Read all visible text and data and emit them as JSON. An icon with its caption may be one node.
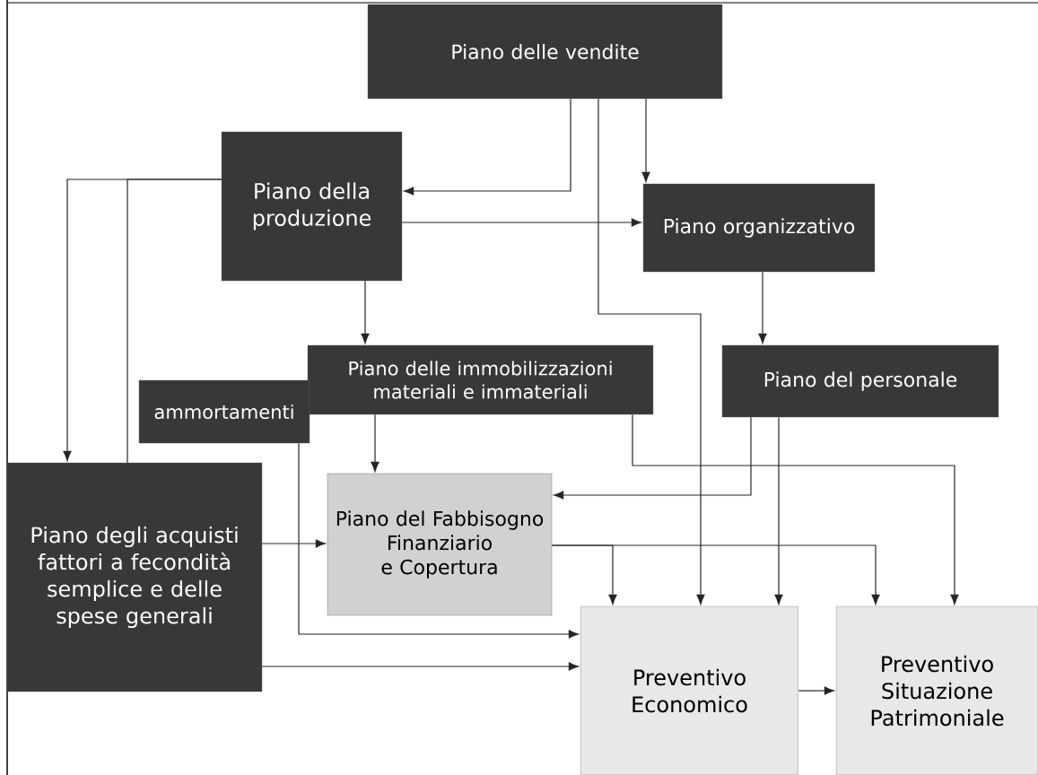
{
  "diagram": {
    "nodes": [
      {
        "text": [
          "Piano delle vendite"
        ]
      },
      {
        "text": [
          "Piano della produzione"
        ]
      },
      {
        "text": [
          "Piano organizzativo"
        ]
      },
      {
        "text": [
          "Piano delle immobilizzazioni materiali e immateriali"
        ]
      },
      {
        "text": [
          "ammortamenti"
        ]
      },
      {
        "text": [
          "Piano del personale"
        ]
      },
      {
        "text": [
          "Piano degli acquisti fattori a fecondità semplice e delle spese generali"
        ]
      },
      {
        "text": [
          "Piano del Fabbisogno Finanziario e Copertura"
        ]
      },
      {
        "text": [
          "Preventivo Economico"
        ]
      },
      {
        "text": [
          "Preventivo Situazione Patrimoniale"
        ]
      }
    ],
    "edges": [
      {
        "from": 0,
        "to": 1,
        "arrow": "to"
      },
      {
        "from": 0,
        "to": 2,
        "arrow": "to"
      },
      {
        "from": 0,
        "to": 8,
        "arrow": "to"
      },
      {
        "from": 1,
        "to": 2,
        "arrow": "to"
      },
      {
        "from": 1,
        "to": 3,
        "arrow": "to"
      },
      {
        "from": 1,
        "to": 6,
        "arrow": "to"
      },
      {
        "from": 1,
        "to": 6,
        "arrow": "none"
      },
      {
        "from": 2,
        "to": 5,
        "arrow": "to"
      },
      {
        "from": 3,
        "to": 7,
        "arrow": "to"
      },
      {
        "from": 3,
        "to": 9,
        "arrow": "to"
      },
      {
        "from": 4,
        "to": 8,
        "arrow": "to"
      },
      {
        "from": 5,
        "to": 7,
        "arrow": "to"
      },
      {
        "from": 5,
        "to": 8,
        "arrow": "to"
      },
      {
        "from": 6,
        "to": 7,
        "arrow": "to"
      },
      {
        "from": 6,
        "to": 8,
        "arrow": "to"
      },
      {
        "from": 7,
        "to": 8,
        "arrow": "to"
      },
      {
        "from": 7,
        "to": 9,
        "arrow": "to"
      },
      {
        "from": 8,
        "to": 9,
        "arrow": "to"
      }
    ]
  }
}
